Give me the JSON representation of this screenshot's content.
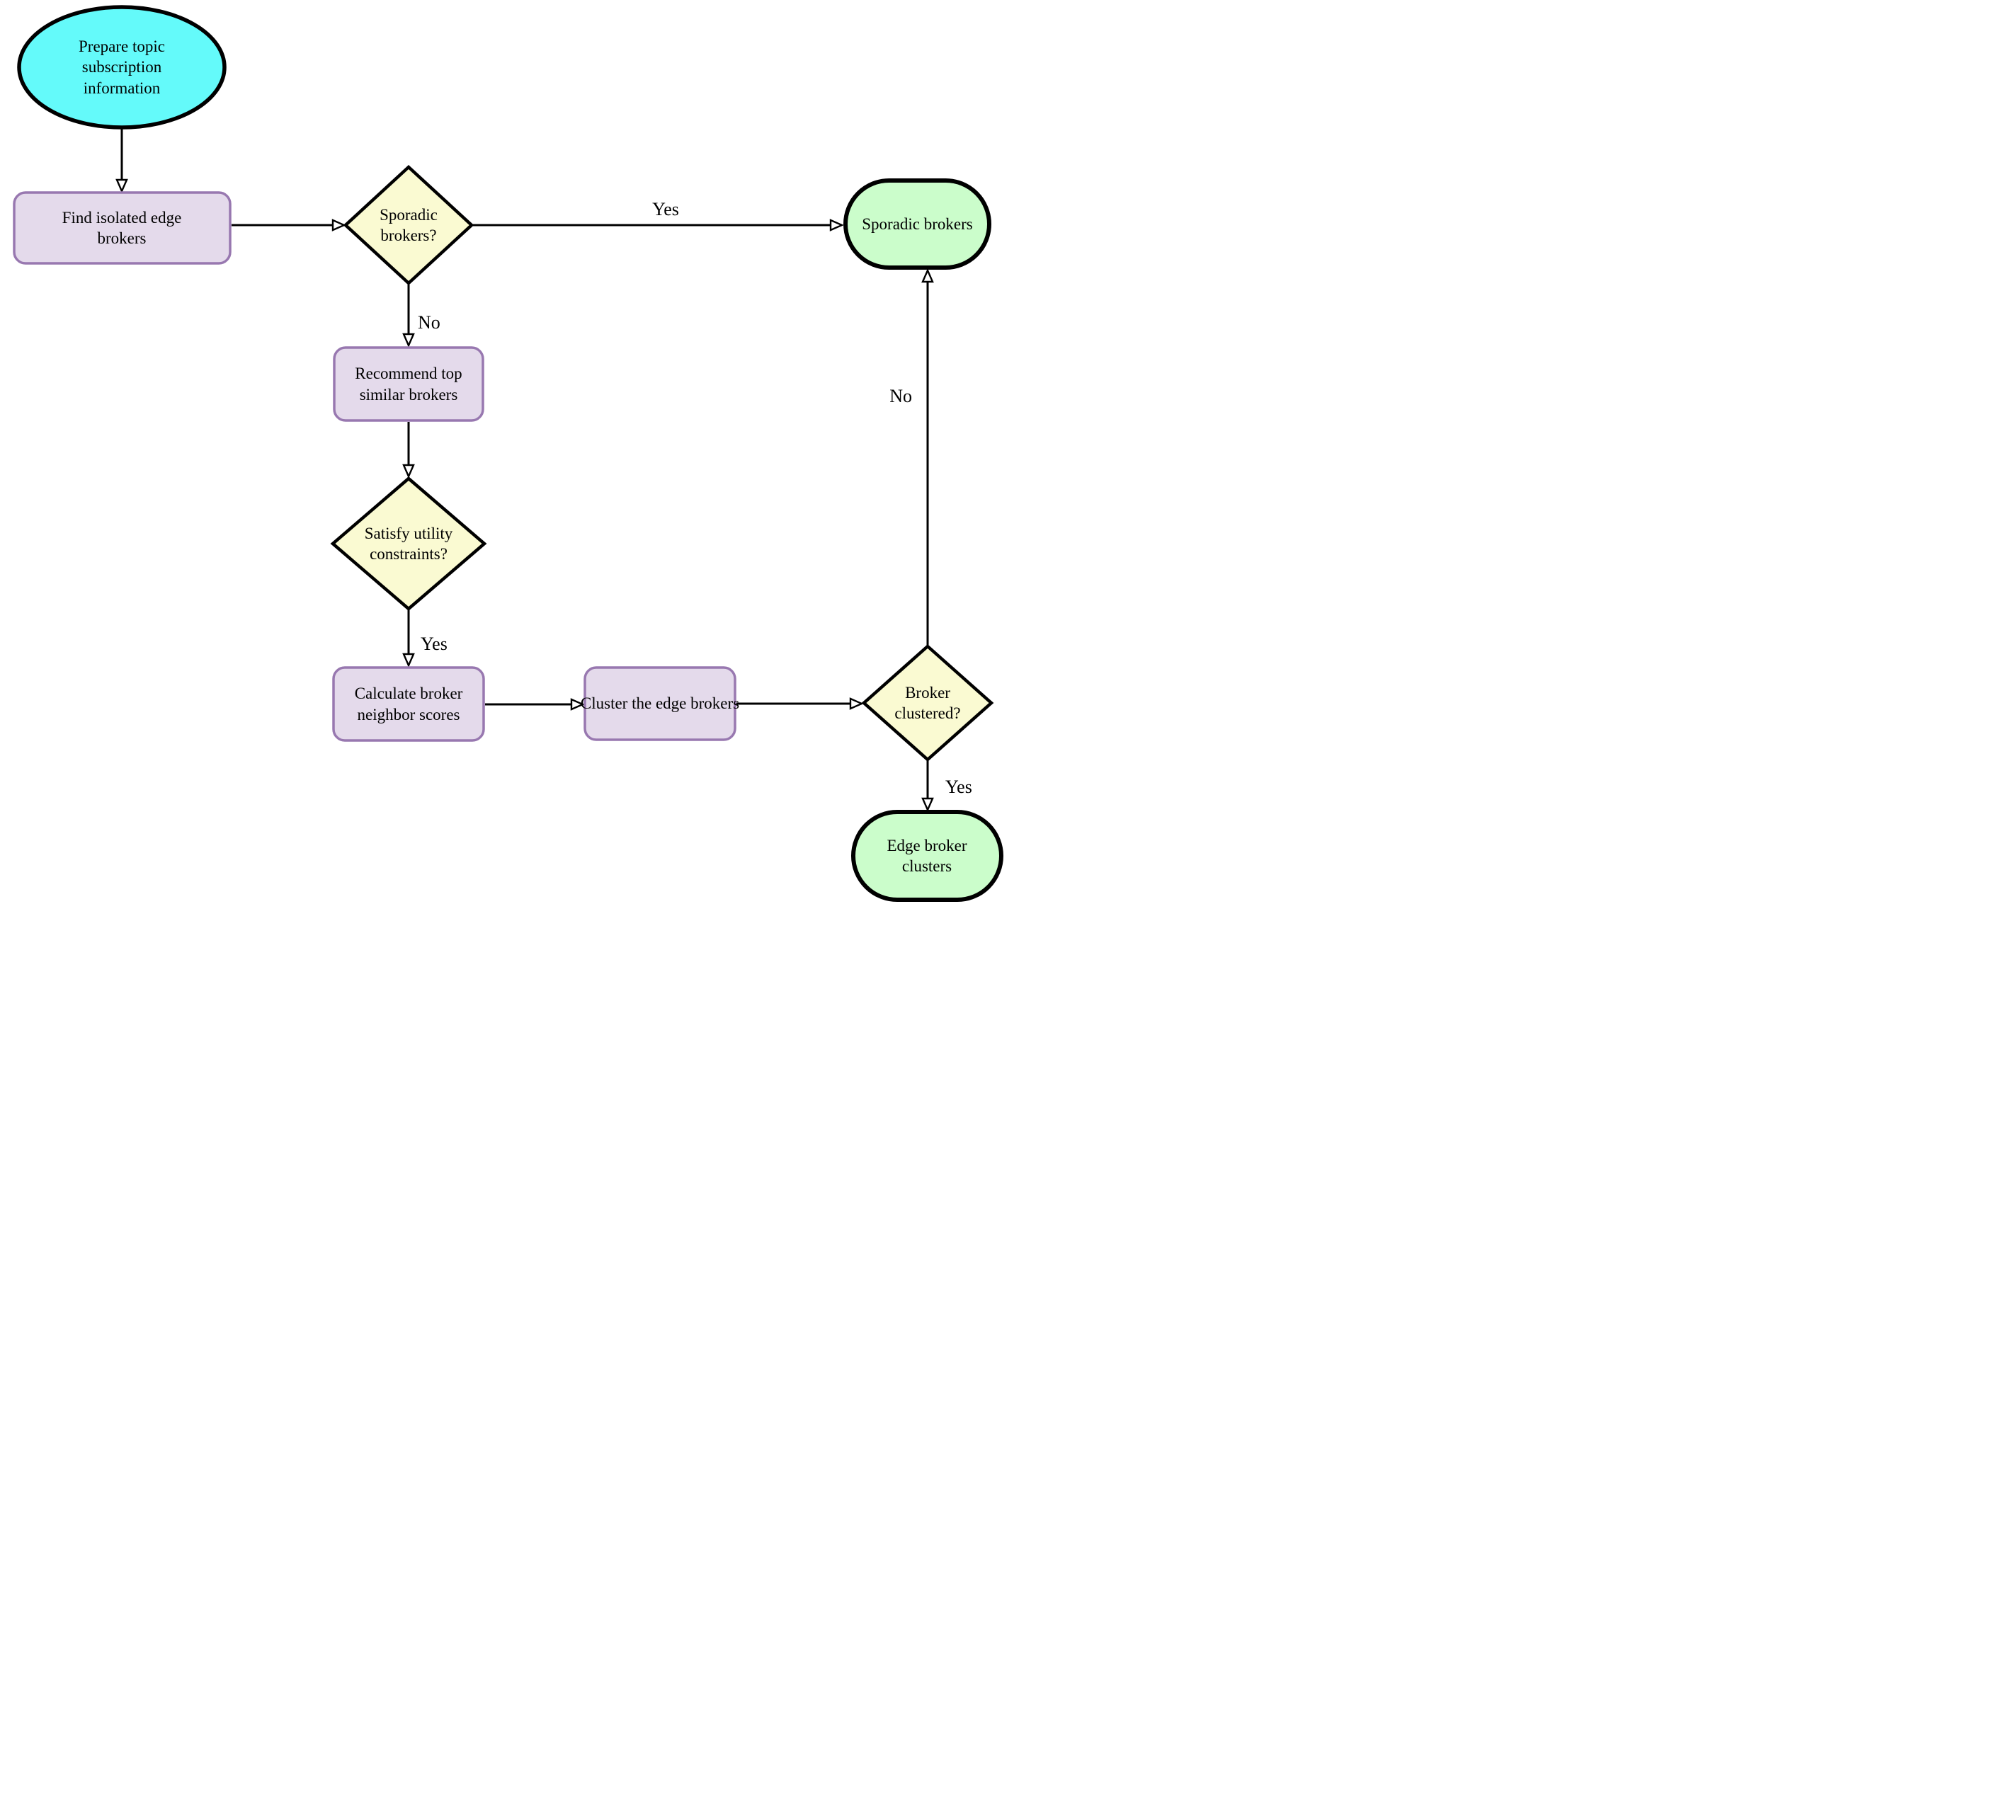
{
  "diagram": {
    "type": "flowchart",
    "background": "#FFFFFF"
  },
  "colors": {
    "start_fill": "#64FAFA",
    "process_fill": "#E4DAEB",
    "process_border": "#9878B0",
    "decision_fill": "#FAFAD2",
    "terminal_fill": "#CBFDCB",
    "connector": "#000000",
    "text": "#000000"
  },
  "nodes": {
    "start": {
      "shape": "ellipse",
      "label": "Prepare topic subscription information"
    },
    "find_isolated": {
      "shape": "process",
      "label": "Find isolated edge brokers"
    },
    "sporadic_decision": {
      "shape": "decision",
      "label": "Sporadic brokers?"
    },
    "sporadic_terminal": {
      "shape": "terminal",
      "label": "Sporadic brokers"
    },
    "recommend": {
      "shape": "process",
      "label": "Recommend top similar brokers"
    },
    "satisfy_decision": {
      "shape": "decision",
      "label": "Satisfy utility constraints?"
    },
    "calculate": {
      "shape": "process",
      "label": "Calculate broker neighbor scores"
    },
    "cluster": {
      "shape": "process",
      "label": "Cluster the edge brokers"
    },
    "clustered_decision": {
      "shape": "decision",
      "label": "Broker clustered?"
    },
    "edge_clusters": {
      "shape": "terminal",
      "label": "Edge broker clusters"
    }
  },
  "edge_labels": {
    "sporadic_yes": "Yes",
    "sporadic_no": "No",
    "satisfy_yes": "Yes",
    "clustered_no": "No",
    "clustered_yes": "Yes"
  }
}
